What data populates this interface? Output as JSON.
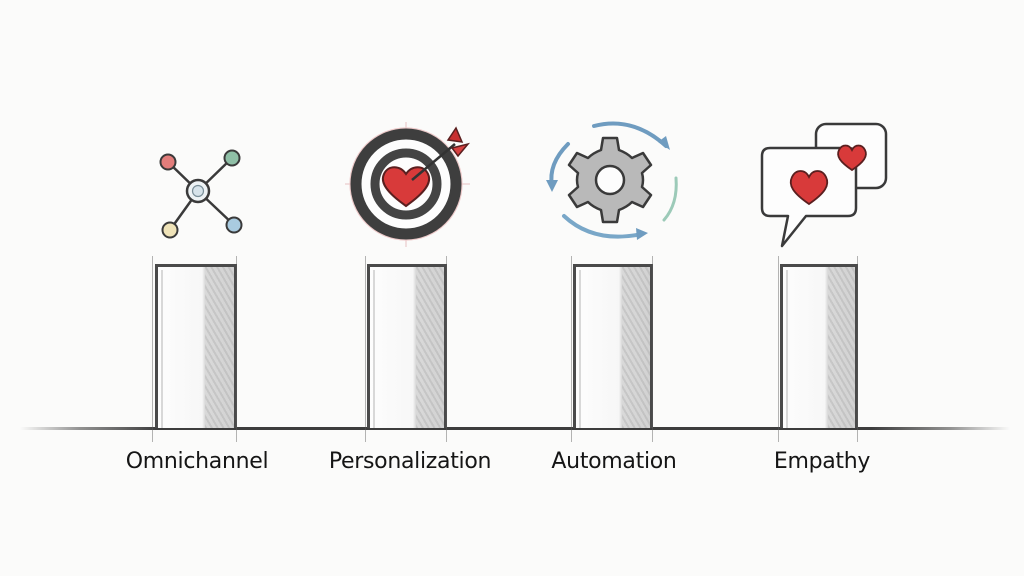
{
  "diagram": {
    "type": "pillars",
    "background": "#fbfbfa",
    "pillars": [
      {
        "label": "Omnichannel",
        "icon": "network-nodes-icon"
      },
      {
        "label": "Personalization",
        "icon": "target-heart-icon"
      },
      {
        "label": "Automation",
        "icon": "gear-cycle-icon"
      },
      {
        "label": "Empathy",
        "icon": "chat-hearts-icon"
      }
    ],
    "colors": {
      "outline": "#3d3d3d",
      "heart_red": "#d83a3a",
      "node_red": "#e27d7b",
      "node_green": "#8fbfa6",
      "node_yellow": "#efe3b8",
      "node_blue": "#a9cbe0",
      "arrow_blue": "#6f9cc0",
      "gear_gray": "#b9b9b9"
    }
  }
}
